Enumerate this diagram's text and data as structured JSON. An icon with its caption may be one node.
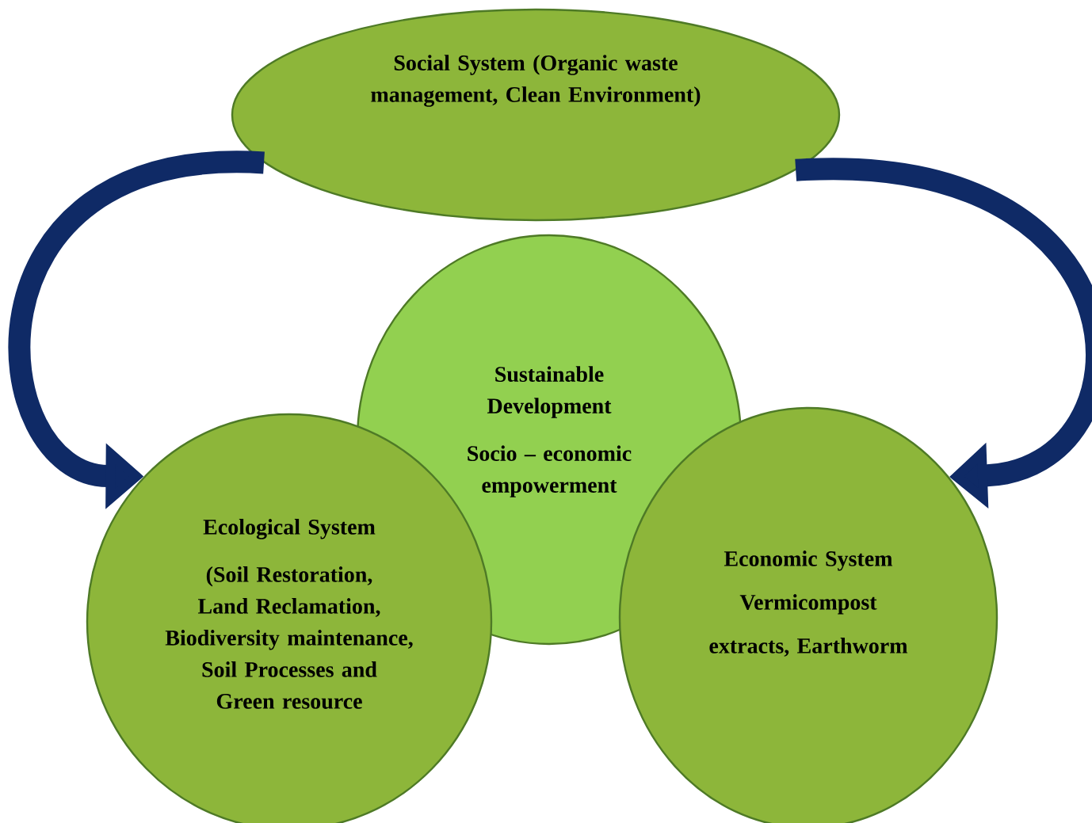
{
  "diagram": {
    "nodes": [
      {
        "text": [
          "Social System (Organic waste management, Clean Environment)"
        ]
      },
      {
        "text": [
          "Sustainable Development",
          "Socio – economic empowerment"
        ]
      },
      {
        "text": [
          "Ecological System",
          "(Soil Restoration, Land Reclamation, Biodiversity maintenance, Soil Processes and Green resource"
        ]
      },
      {
        "text": [
          "Economic System",
          "Vermicompost extracts, Earthworm"
        ]
      }
    ],
    "edges": [
      {
        "from": 0,
        "to": 2,
        "arrow": "to"
      },
      {
        "from": 0,
        "to": 3,
        "arrow": "to"
      }
    ]
  }
}
